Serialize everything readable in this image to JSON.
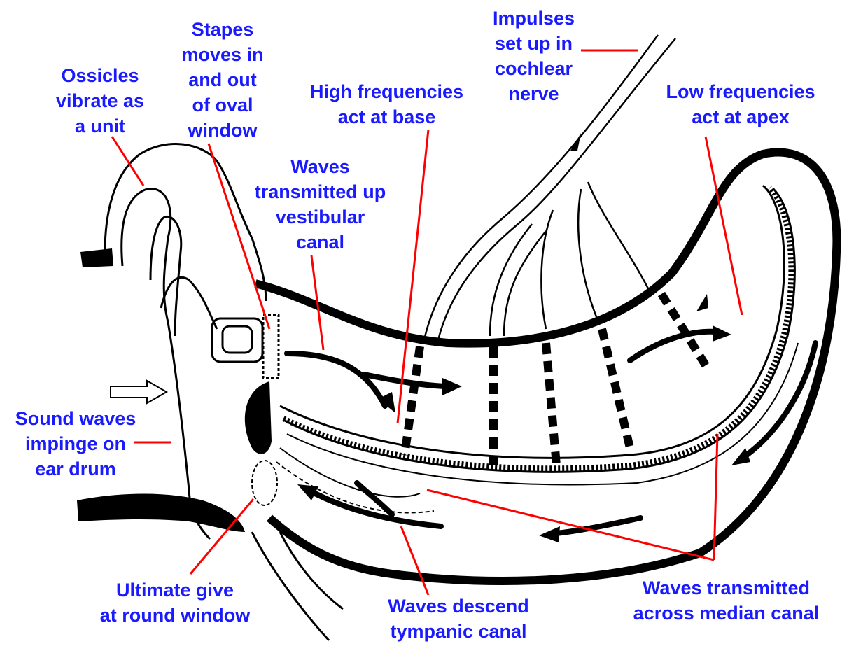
{
  "colors": {
    "label_text": "#1a1aff",
    "leader_line": "#ff0000",
    "ink": "#000000",
    "background": "#ffffff"
  },
  "labels": {
    "ossicles": [
      "Ossicles",
      "vibrate as",
      "a unit"
    ],
    "stapes": [
      "Stapes",
      "moves in",
      "and out",
      "of oval",
      "window"
    ],
    "impulses": [
      "Impulses",
      "set up in",
      "cochlear",
      "nerve"
    ],
    "high_freq": [
      "High frequencies",
      "act at base"
    ],
    "low_freq": [
      "Low frequencies",
      "act at apex"
    ],
    "waves_vestibular": [
      "Waves",
      "transmitted up",
      "vestibular",
      "canal"
    ],
    "sound_waves": [
      "Sound waves",
      "impinge on",
      "ear drum"
    ],
    "ultimate_give": [
      "Ultimate give",
      "at round window"
    ],
    "waves_descend": [
      "Waves descend",
      "tympanic canal"
    ],
    "waves_median": [
      "Waves transmitted",
      "across median canal"
    ]
  }
}
